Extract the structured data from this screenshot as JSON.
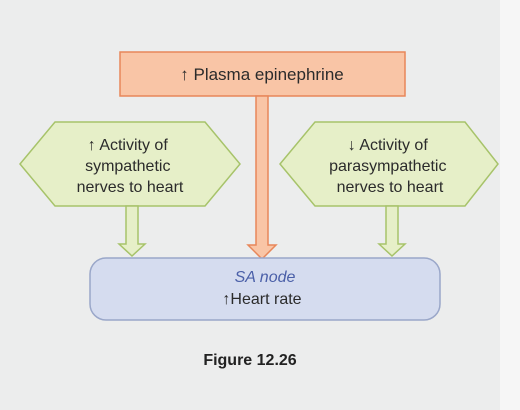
{
  "diagram": {
    "top_box": {
      "arrow": "↑",
      "text": "Plasma epinephrine"
    },
    "left_hex": {
      "arrow": "↑",
      "lines": [
        "Activity of",
        "sympathetic",
        "nerves to heart"
      ]
    },
    "right_hex": {
      "arrow": "↓",
      "lines": [
        "Activity of",
        "parasympathetic",
        "nerves to heart"
      ]
    },
    "target": {
      "title": "SA node",
      "arrow": "↑",
      "text": "Heart rate"
    }
  },
  "caption": "Figure 12.26",
  "colors": {
    "orange_fill": "#f9c5a6",
    "orange_stroke": "#e8875a",
    "green_fill": "#e6efc8",
    "green_stroke": "#a7c36a",
    "blue_fill": "#d5dcef",
    "blue_stroke": "#9aa7c9",
    "title_blue": "#4a5fa8"
  },
  "icons": {
    "left_arrow": "down-arrow-icon",
    "center_arrow": "down-arrow-icon",
    "right_arrow": "down-arrow-icon"
  }
}
